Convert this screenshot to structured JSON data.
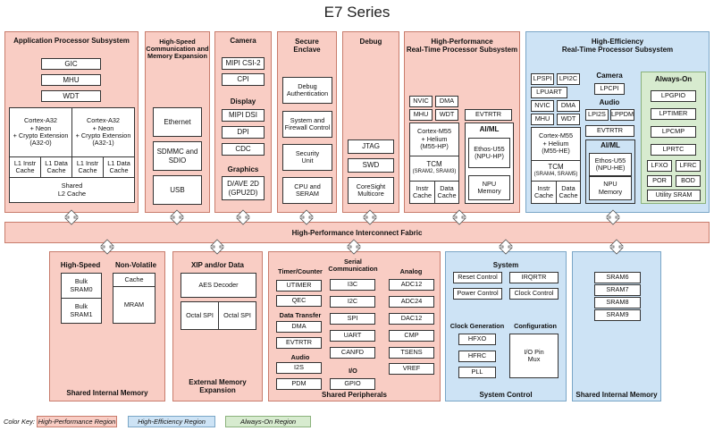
{
  "title": "E7 Series",
  "app_proc": {
    "label": "Application Processor Subsystem",
    "gic": "GIC",
    "mhu": "MHU",
    "wdt": "WDT",
    "core0": "Cortex-A32\n+ Neon\n+ Crypto Extension\n(A32-0)",
    "core1": "Cortex-A32\n+ Neon\n+ Crypto Extension\n(A32-1)",
    "l1i0": "L1 Instr\nCache",
    "l1d0": "L1 Data\nCache",
    "l1i1": "L1 Instr\nCache",
    "l1d1": "L1 Data\nCache",
    "l2": "Shared\nL2 Cache"
  },
  "hs_comm": {
    "label": "High-Speed\nCommunication and\nMemory Expansion",
    "ethernet": "Ethernet",
    "sdmmc": "SDMMC and\nSDIO",
    "usb": "USB"
  },
  "camera": {
    "label": "Camera",
    "mipi_csi": "MIPI CSI-2",
    "cpi": "CPI",
    "display_label": "Display",
    "mipi_dsi": "MIPI DSI",
    "dpi": "DPI",
    "cdc": "CDC",
    "graphics_label": "Graphics",
    "dave": "D/AVE 2D\n(GPU2D)"
  },
  "secure": {
    "label": "Secure\nEnclave",
    "debug_auth": "Debug\nAuthentication",
    "firewall": "System and\nFirewall Control",
    "security": "Security\nUnit",
    "cpu_seram": "CPU and\nSERAM"
  },
  "debug": {
    "label": "Debug",
    "jtag": "JTAG",
    "swd": "SWD",
    "coresight": "CoreSight\nMulticore"
  },
  "hp_rt": {
    "label": "High-Performance\nReal-Time Processor Subsystem",
    "nvic": "NVIC",
    "dma": "DMA",
    "mhu": "MHU",
    "wdt": "WDT",
    "evtrtr": "EVTRTR",
    "core": "Cortex-M55\n+ Helium\n(M55-HP)",
    "tcm": "TCM",
    "tcm_sub": "(SRAM2, SRAM3)",
    "icache": "Instr\nCache",
    "dcache": "Data\nCache",
    "aiml": "AI/ML",
    "ethos": "Ethos-U55\n(NPU-HP)",
    "npu_mem": "NPU\nMemory"
  },
  "he_rt": {
    "label": "High-Efficiency\nReal-Time Processor Subsystem",
    "lpspi": "LPSPI",
    "lpi2c": "LPI2C",
    "lpuart": "LPUART",
    "nvic": "NVIC",
    "dma": "DMA",
    "mhu": "MHU",
    "wdt": "WDT",
    "core": "Cortex-M55\n+ Helium\n(M55-HE)",
    "tcm": "TCM",
    "tcm_sub": "(SRAM4, SRAM5)",
    "icache": "Instr\nCache",
    "dcache": "Data\nCache",
    "camera_label": "Camera",
    "lpcpi": "LPCPI",
    "audio_label": "Audio",
    "lpi2s": "LPI2S",
    "lppdm": "LPPDM",
    "evtrtr": "EVTRTR",
    "aiml": "AI/ML",
    "ethos": "Ethos-U55\n(NPU-HE)",
    "npu_mem": "NPU\nMemory"
  },
  "always_on": {
    "label": "Always-On",
    "lpgpio": "LPGPIO",
    "lptimer": "LPTIMER",
    "lpcmp": "LPCMP",
    "lprtc": "LPRTC",
    "lfxo": "LFXO",
    "lfrc": "LFRC",
    "por": "POR",
    "bod": "BOD",
    "utility_sram": "Utility SRAM"
  },
  "fabric": "High-Performance Interconnect Fabric",
  "sim_left": {
    "hs_label": "High-Speed",
    "nv_label": "Non-Volatile",
    "sram0": "Bulk\nSRAM0",
    "sram1": "Bulk\nSRAM1",
    "cache": "Cache",
    "mram": "MRAM",
    "footer": "Shared Internal Memory"
  },
  "xip": {
    "label": "XIP and/or Data",
    "aes": "AES Decoder",
    "ospi0": "Octal SPI",
    "ospi1": "Octal SPI",
    "footer": "External Memory\nExpansion"
  },
  "periph": {
    "timer_label": "Timer/Counter",
    "utimer": "UTIMER",
    "qec": "QEC",
    "dt_label": "Data Transfer",
    "dma": "DMA",
    "evtrtr": "EVTRTR",
    "audio_label": "Audio",
    "i2s": "I2S",
    "pdm": "PDM",
    "serial_label": "Serial\nCommunication",
    "i3c": "I3C",
    "i2c": "I2C",
    "spi": "SPI",
    "uart": "UART",
    "canfd": "CANFD",
    "io_label": "I/O",
    "gpio": "GPIO",
    "analog_label": "Analog",
    "adc12": "ADC12",
    "adc24": "ADC24",
    "dac12": "DAC12",
    "cmp": "CMP",
    "tsens": "TSENS",
    "vref": "VREF",
    "footer": "Shared Peripherals"
  },
  "sysctl": {
    "label": "System",
    "reset": "Reset Control",
    "irqrtr": "IRQRTR",
    "power": "Power Control",
    "clock": "Clock Control",
    "clkgen_label": "Clock Generation",
    "hfxo": "HFXO",
    "hfrc": "HFRC",
    "pll": "PLL",
    "config_label": "Configuration",
    "iopin": "I/O Pin\nMux",
    "footer": "System Control"
  },
  "sim_right": {
    "sram6": "SRAM6",
    "sram7": "SRAM7",
    "sram8": "SRAM8",
    "sram9": "SRAM9",
    "footer": "Shared Internal Memory"
  },
  "key": {
    "label": "Color Key:",
    "hp": "High-Performance Region",
    "he": "High-Efficiency Region",
    "ao": "Always-On Region"
  },
  "colors": {
    "hp": "#f9cdc4",
    "he": "#cde3f5",
    "ao": "#d7ebcf"
  }
}
